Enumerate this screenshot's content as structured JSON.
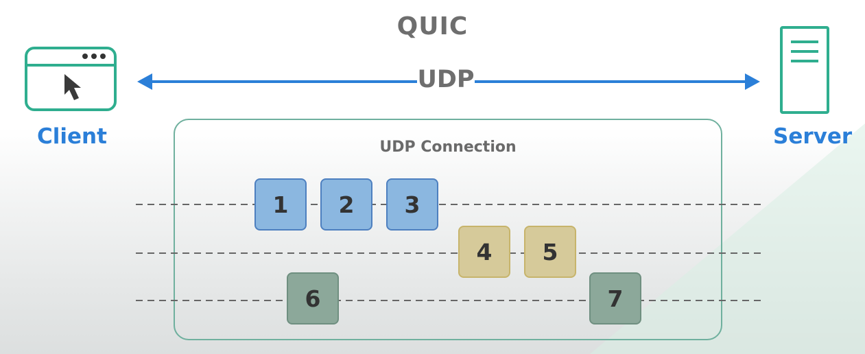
{
  "diagram": {
    "title": "QUIC",
    "link_label": "UDP",
    "client_label": "Client",
    "server_label": "Server",
    "connection_label": "UDP Connection",
    "streams": [
      {
        "packets": [
          "1",
          "2",
          "3"
        ],
        "color": "#8bb7e0"
      },
      {
        "packets": [
          "4",
          "5"
        ],
        "color": "#d6ca9a"
      },
      {
        "packets": [
          "6",
          "7"
        ],
        "color": "#8ca89a"
      }
    ],
    "colors": {
      "accent_blue": "#2b7fd8",
      "icon_green": "#2fae8f",
      "connection_border": "#6fb09e"
    },
    "icons": {
      "client": "browser-window-cursor-icon",
      "server": "server-icon"
    }
  }
}
